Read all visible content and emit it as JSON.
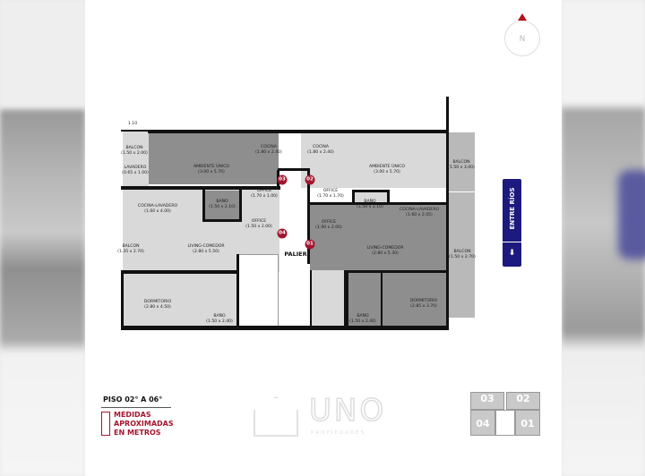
{
  "plan": {
    "dimension": "1.10",
    "hall_label": "PALIER",
    "markers": [
      "03",
      "02",
      "04",
      "01"
    ],
    "rooms": [
      {
        "name": "BALCON",
        "size": "(1.50 x 2.00)"
      },
      {
        "name": "LAVADERO",
        "size": "(0.65 x 1.00)"
      },
      {
        "name": "AMBIENTE ÚNICO",
        "size": "(3.00 x 5.70)"
      },
      {
        "name": "COCINA",
        "size": "(1.80 x 2.40)"
      },
      {
        "name": "OFFICE",
        "size": "(1.70 x 1.00)"
      },
      {
        "name": "COCINA-LAVADERO",
        "size": "(1.60 x 4.00)"
      },
      {
        "name": "BAÑO",
        "size": "(1.50 x 2.10)"
      },
      {
        "name": "OFFICE",
        "size": "(1.50 x 2.00)"
      },
      {
        "name": "BALCON",
        "size": "(1.35 x 2.70)"
      },
      {
        "name": "LIVING-COMEDOR",
        "size": "(2.80 x 5.50)"
      },
      {
        "name": "DORMITORIO",
        "size": "(2.80 x 4.50)"
      },
      {
        "name": "BAÑO",
        "size": "(1.50 x 2.40)"
      },
      {
        "name": "COCINA",
        "size": "(1.80 x 2.40)"
      },
      {
        "name": "AMBIENTE ÚNICO",
        "size": "(3.00 x 5.70)"
      },
      {
        "name": "BALCON",
        "size": "(1.50 x 3.00)"
      },
      {
        "name": "OFFICE",
        "size": "(1.70 x 1.70)"
      },
      {
        "name": "BAÑO",
        "size": "(1.50 x 2.10)"
      },
      {
        "name": "COCINA-LAVADERO",
        "size": "(1.60 x 2.05)"
      },
      {
        "name": "OFFICE",
        "size": "(1.90 x 2.00)"
      },
      {
        "name": "LIVING-COMEDOR",
        "size": "(2.80 x 5.30)"
      },
      {
        "name": "BALCON",
        "size": "(1.50 x 2.70)"
      },
      {
        "name": "DORMITORIO",
        "size": "(2.85 x 3.70)"
      },
      {
        "name": "BAÑO",
        "size": "(1.50 x 2.40)"
      }
    ]
  },
  "compass": {
    "label": "N",
    "color": "#b5121b"
  },
  "street": {
    "label": "ENTRE RÍOS",
    "color": "#1c1a7e",
    "icon": "arrow-down-icon"
  },
  "footer": {
    "floor": "PISO 02° A 06°",
    "note": [
      "MEDIDAS",
      "APROXIMADAS",
      "EN METROS"
    ],
    "note_color": "#a3162f",
    "logo": "UNO",
    "logo_sub": "PROPIEDADES",
    "key_units": [
      "03",
      "02",
      "04",
      "01"
    ]
  }
}
